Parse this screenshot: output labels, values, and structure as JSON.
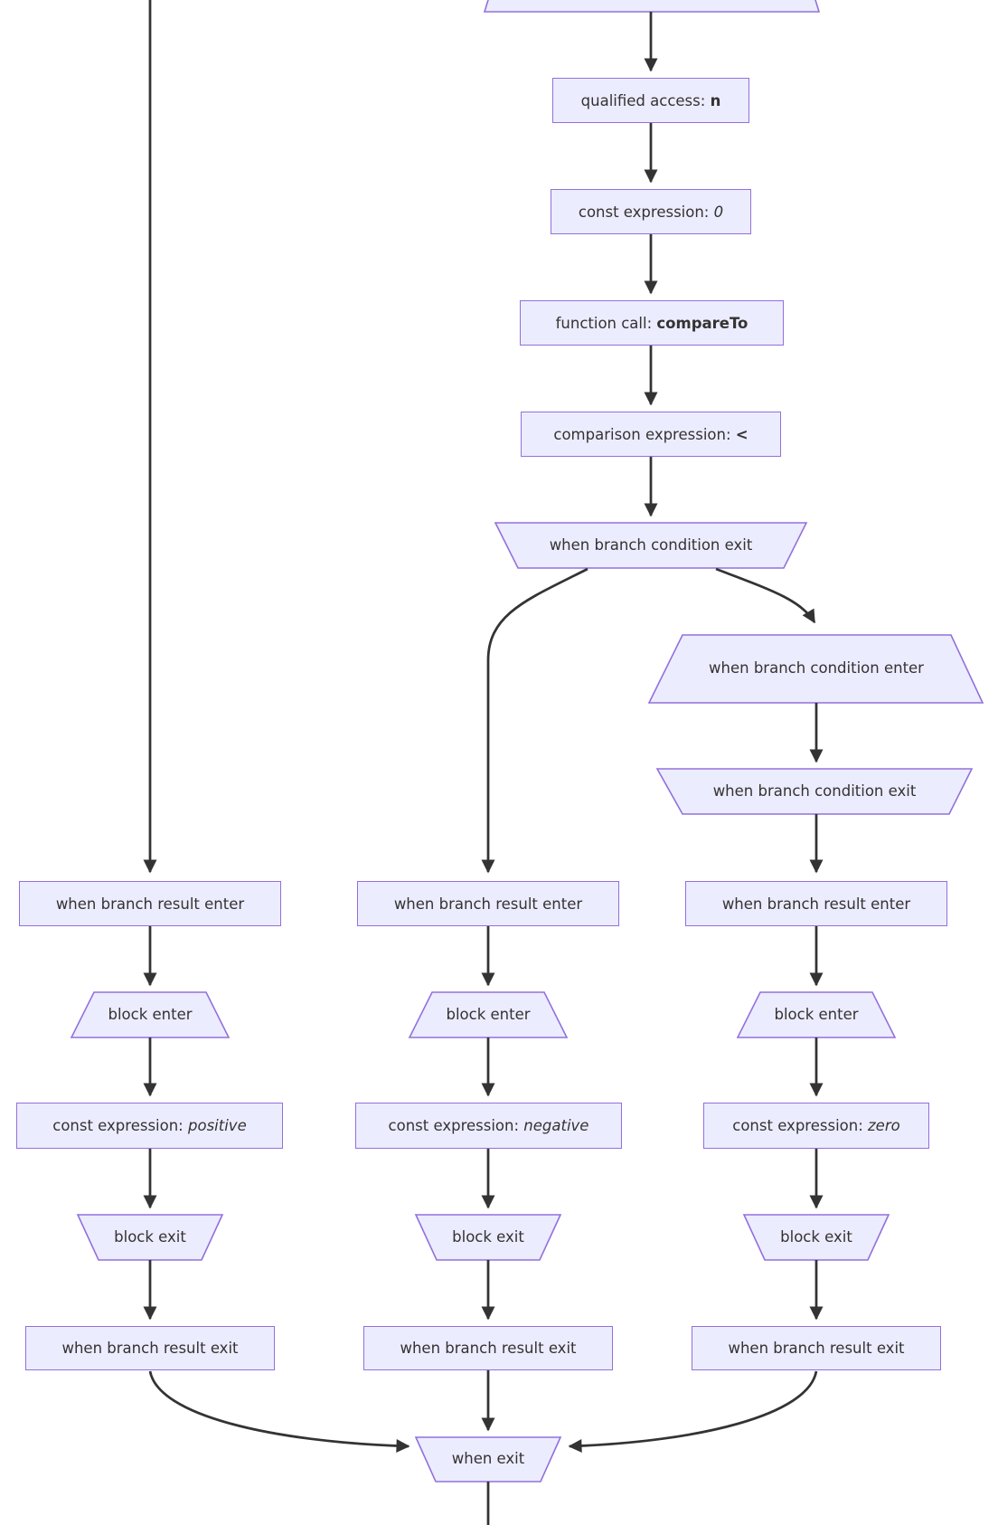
{
  "colors": {
    "node_fill": "#ECECFF",
    "node_border": "#9370DB",
    "edge": "#333333",
    "text": "#333333"
  },
  "nodes": {
    "qualified_access": {
      "prefix": "qualified access: ",
      "value": "n"
    },
    "const_arg": {
      "prefix": "const expression: ",
      "value": "0"
    },
    "function_call": {
      "prefix": "function call: ",
      "value": "compareTo"
    },
    "comparison": {
      "prefix": "comparison expression: ",
      "value": "<"
    },
    "when_cond_exit_main": {
      "label": "when branch condition exit"
    },
    "when_cond_enter": {
      "label": "when branch condition enter"
    },
    "when_cond_exit_right": {
      "label": "when branch condition exit"
    },
    "result_enter_left": {
      "label": "when branch result enter"
    },
    "result_enter_mid": {
      "label": "when branch result enter"
    },
    "result_enter_right": {
      "label": "when branch result enter"
    },
    "block_enter_left": {
      "label": "block enter"
    },
    "block_enter_mid": {
      "label": "block enter"
    },
    "block_enter_right": {
      "label": "block enter"
    },
    "const_positive": {
      "prefix": "const expression: ",
      "value": "positive"
    },
    "const_negative": {
      "prefix": "const expression: ",
      "value": "negative"
    },
    "const_zero": {
      "prefix": "const expression: ",
      "value": "zero"
    },
    "block_exit_left": {
      "label": "block exit"
    },
    "block_exit_mid": {
      "label": "block exit"
    },
    "block_exit_right": {
      "label": "block exit"
    },
    "result_exit_left": {
      "label": "when branch result exit"
    },
    "result_exit_mid": {
      "label": "when branch result exit"
    },
    "result_exit_right": {
      "label": "when branch result exit"
    },
    "when_exit": {
      "label": "when exit"
    }
  }
}
